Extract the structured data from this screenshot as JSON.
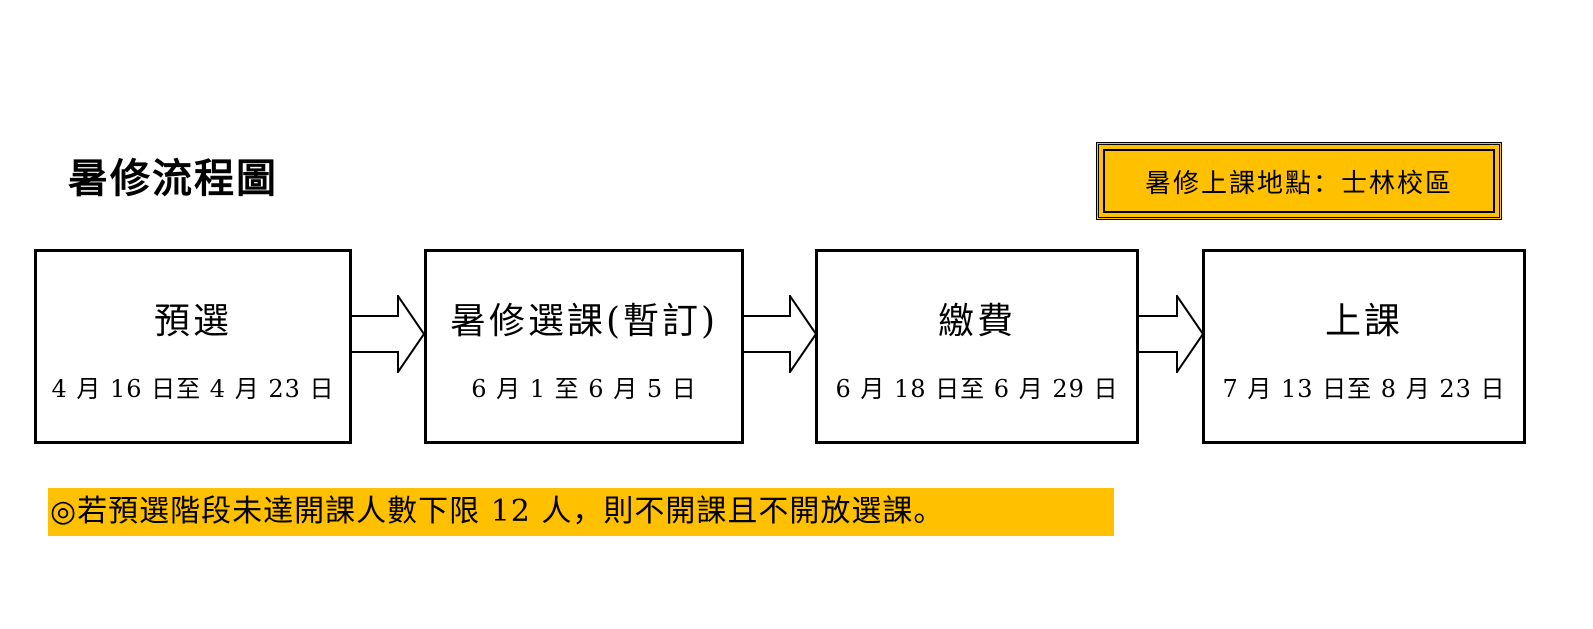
{
  "title": "暑修流程圖",
  "location": "暑修上課地點：士林校區",
  "steps": [
    {
      "label": "預選",
      "date": "4 月 16 日至 4 月 23 日"
    },
    {
      "label": "暑修選課(暫訂)",
      "date": "6 月 1 至 6 月 5 日"
    },
    {
      "label": "繳費",
      "date": "6 月 18 日至 6 月 29 日"
    },
    {
      "label": "上課",
      "date": "7 月 13 日至 8 月 23 日"
    }
  ],
  "note": "◎若預選階段未達開課人數下限 12 人，則不開課且不開放選課。",
  "colors": {
    "highlight": "#FFC000",
    "border": "#000000"
  }
}
